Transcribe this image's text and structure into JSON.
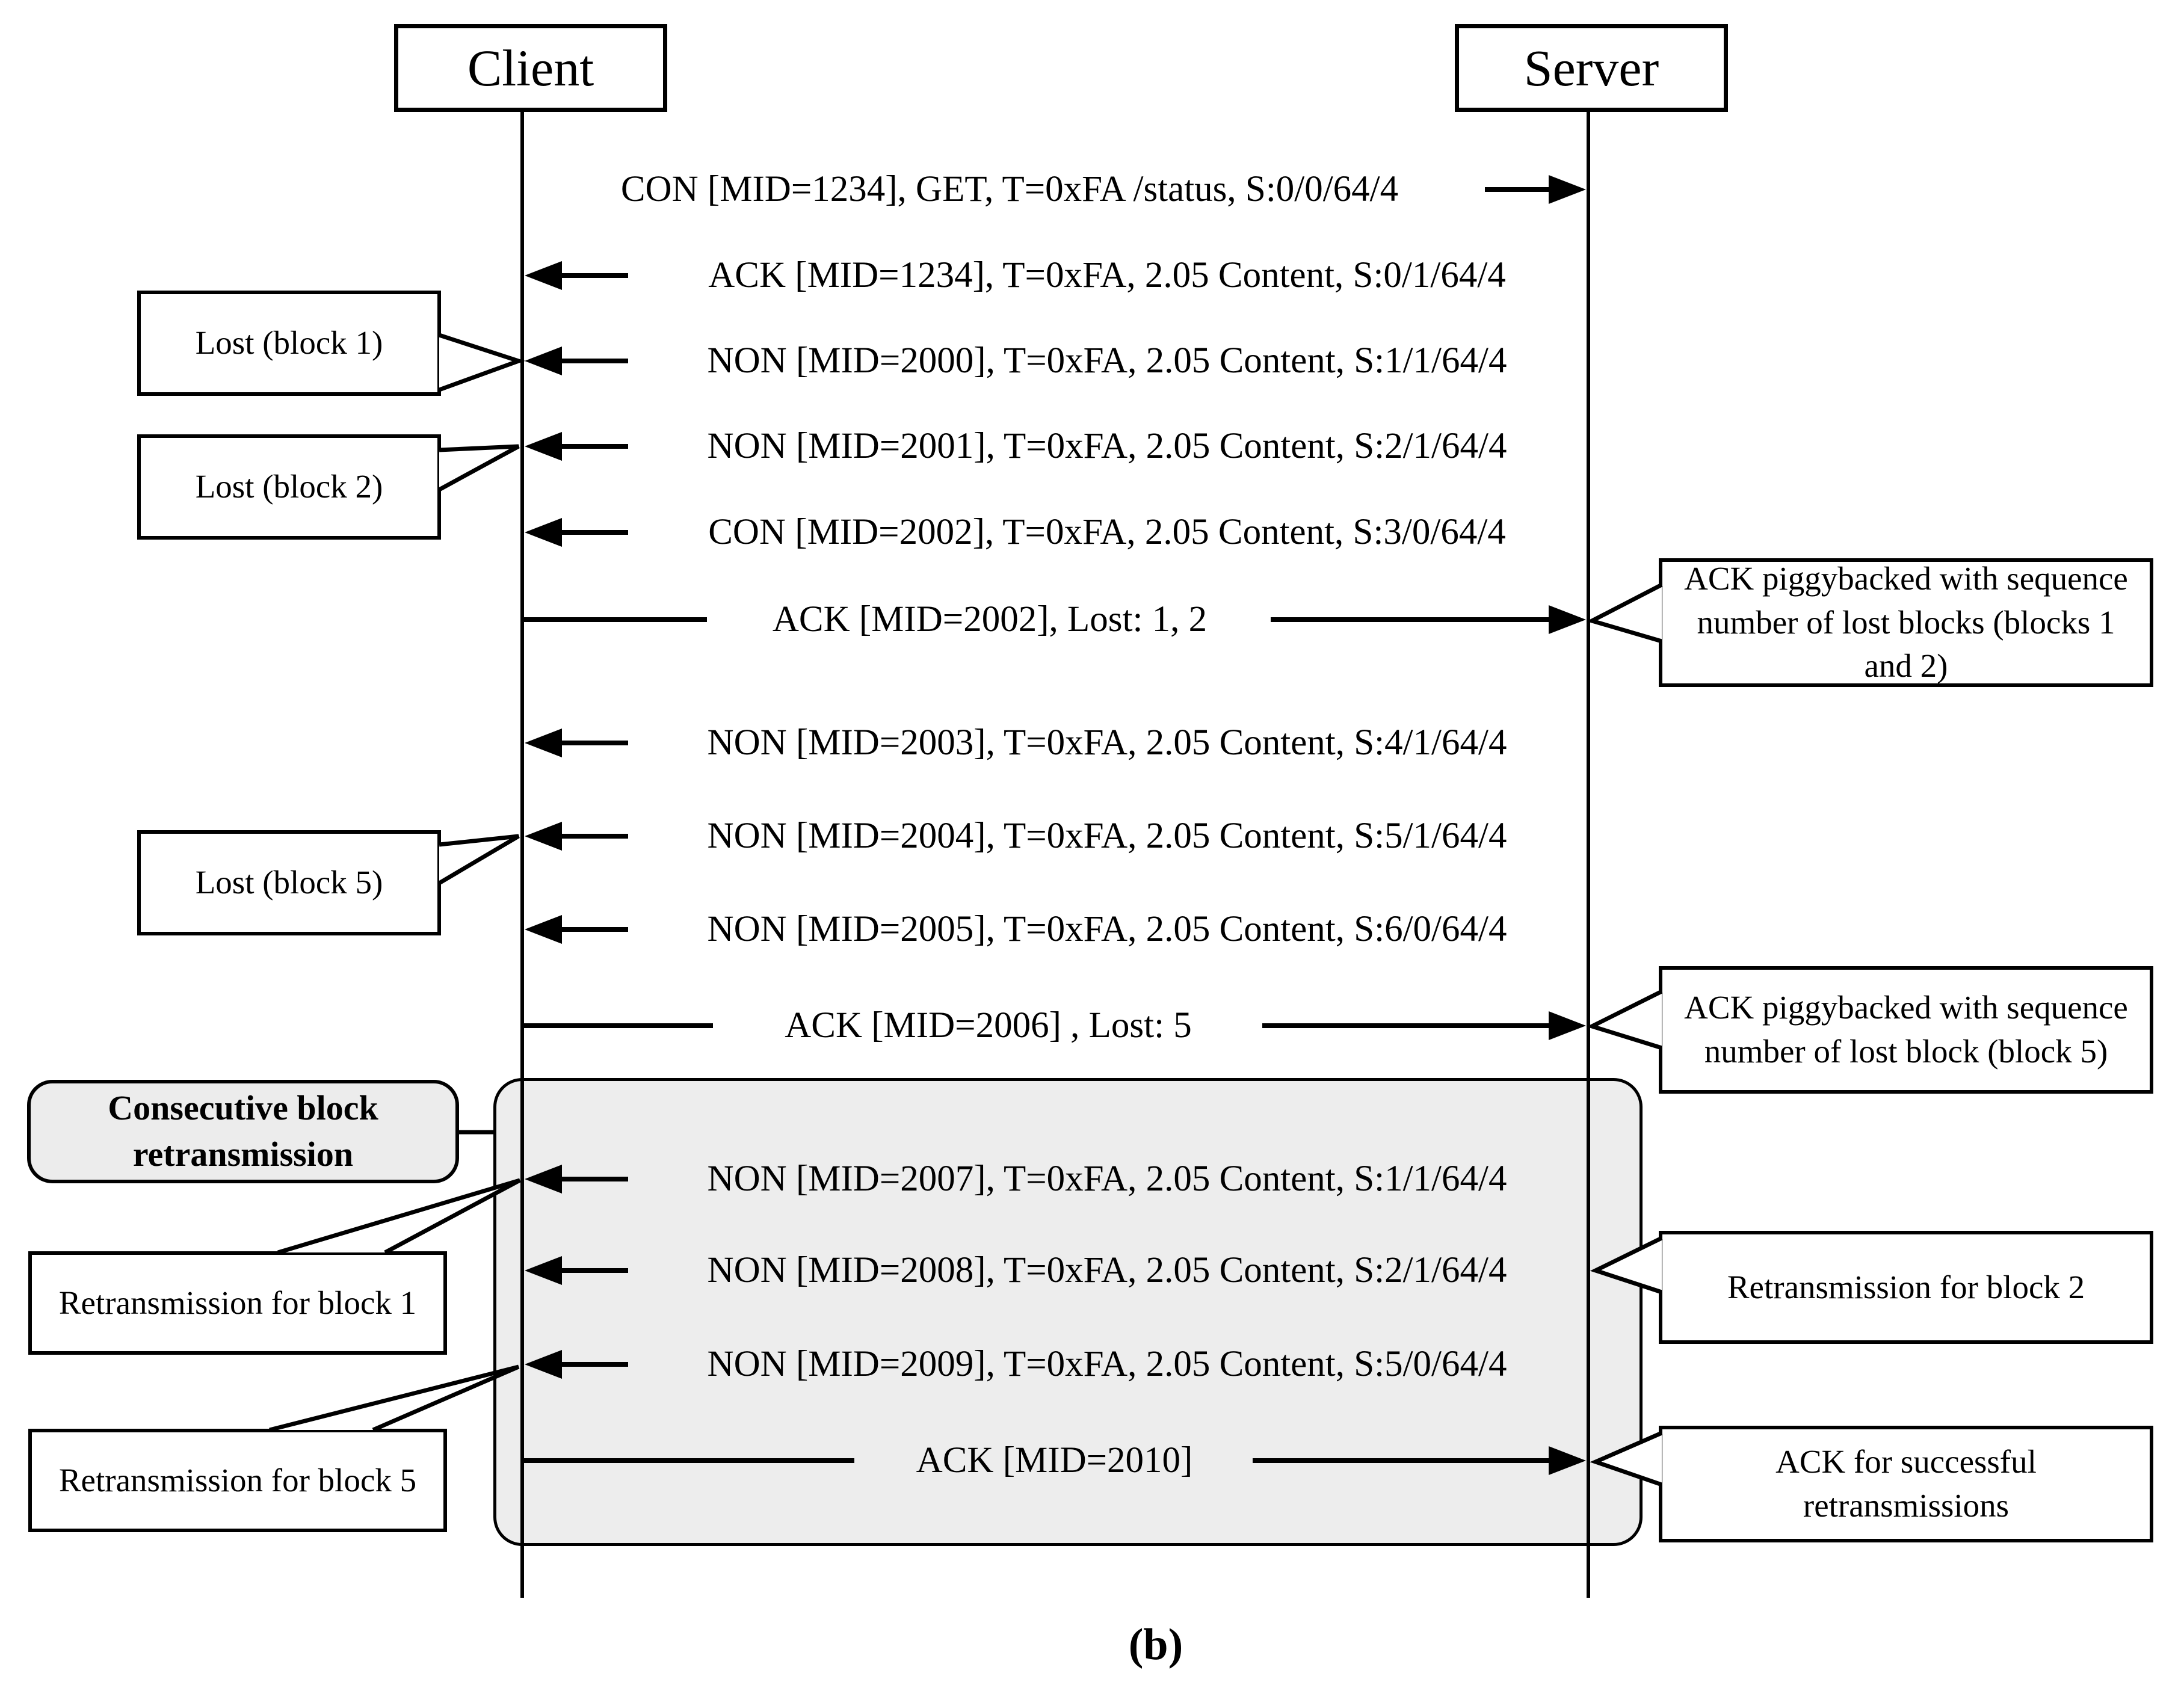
{
  "diagram": {
    "kind": "sequence-diagram",
    "caption": "(b)",
    "actors": {
      "client": "Client",
      "server": "Server"
    },
    "messages": [
      {
        "label": "CON [MID=1234], GET, T=0xFA /status, S:0/0/64/4",
        "from": "client",
        "to": "server"
      },
      {
        "label": "ACK [MID=1234], T=0xFA, 2.05 Content, S:0/1/64/4",
        "from": "server",
        "to": "client"
      },
      {
        "label": "NON [MID=2000], T=0xFA, 2.05 Content, S:1/1/64/4",
        "from": "server",
        "to": "client"
      },
      {
        "label": "NON [MID=2001], T=0xFA, 2.05 Content, S:2/1/64/4",
        "from": "server",
        "to": "client"
      },
      {
        "label": "CON [MID=2002], T=0xFA, 2.05 Content, S:3/0/64/4",
        "from": "server",
        "to": "client"
      },
      {
        "label": "ACK [MID=2002], Lost: 1, 2",
        "from": "client",
        "to": "server"
      },
      {
        "label": "NON [MID=2003], T=0xFA, 2.05 Content, S:4/1/64/4",
        "from": "server",
        "to": "client"
      },
      {
        "label": "NON [MID=2004], T=0xFA, 2.05 Content, S:5/1/64/4",
        "from": "server",
        "to": "client"
      },
      {
        "label": "NON [MID=2005], T=0xFA, 2.05 Content, S:6/0/64/4",
        "from": "server",
        "to": "client"
      },
      {
        "label": "ACK [MID=2006] , Lost: 5",
        "from": "client",
        "to": "server"
      },
      {
        "label": "NON [MID=2007], T=0xFA, 2.05 Content, S:1/1/64/4",
        "from": "server",
        "to": "client"
      },
      {
        "label": "NON [MID=2008], T=0xFA, 2.05 Content, S:2/1/64/4",
        "from": "server",
        "to": "client"
      },
      {
        "label": "NON [MID=2009], T=0xFA, 2.05 Content, S:5/0/64/4",
        "from": "server",
        "to": "client"
      },
      {
        "label": "ACK [MID=2010]",
        "from": "client",
        "to": "server"
      }
    ],
    "callouts": {
      "lost_block_1": "Lost (block 1)",
      "lost_block_2": "Lost (block 2)",
      "lost_block_5": "Lost (block 5)",
      "consecutive_region_label": "Consecutive block retransmission",
      "retransmission_block_1": "Retransmission for block 1",
      "retransmission_block_5": "Retransmission for block 5",
      "ack_piggyback_blocks_1_2": "ACK piggybacked with sequence number of lost blocks (blocks 1 and 2)",
      "ack_piggyback_block_5": "ACK piggybacked with sequence number of lost block (block 5)",
      "retransmission_block_2": "Retransmission for block 2",
      "ack_successful": "ACK for successful retransmissions"
    },
    "colors": {
      "background": "#ffffff",
      "ink": "#000000",
      "shaded_region": "#ededed"
    }
  }
}
